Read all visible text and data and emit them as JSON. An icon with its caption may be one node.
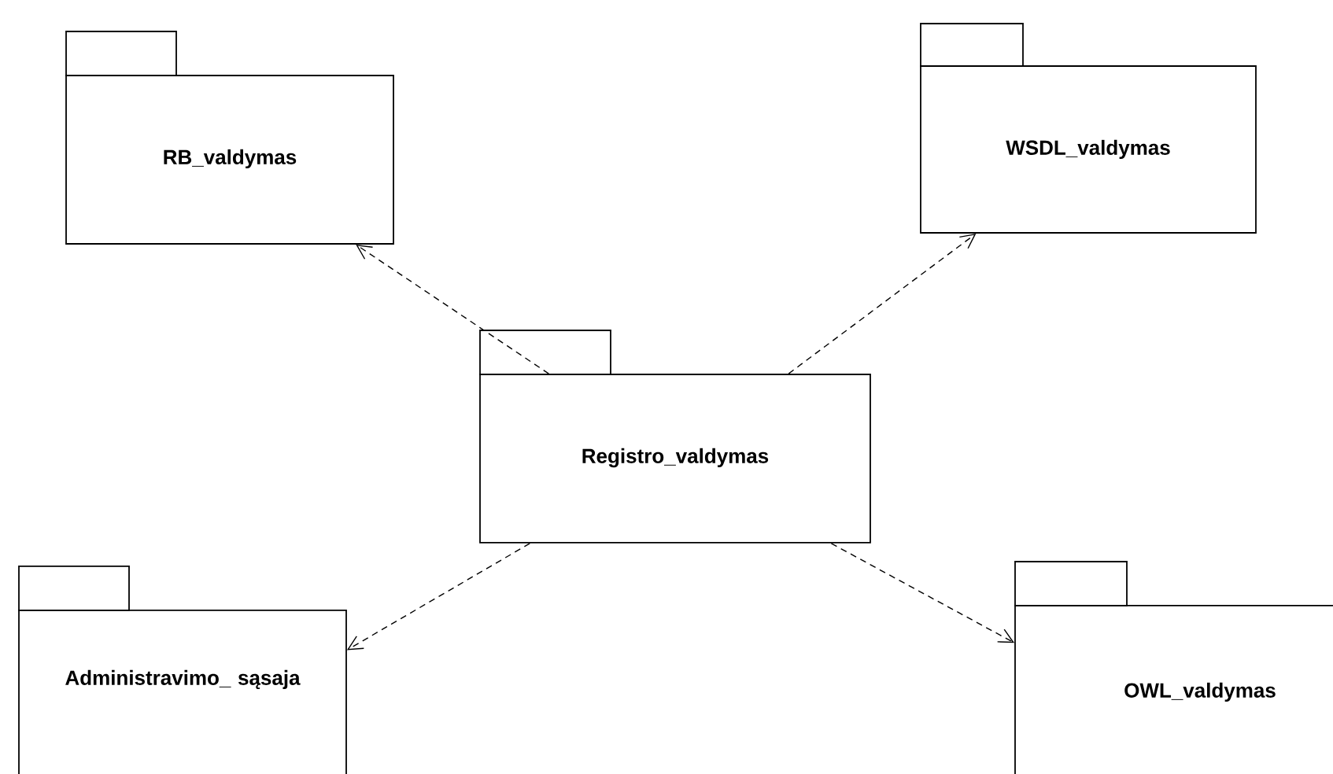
{
  "diagram": {
    "nodes": [
      {
        "text": [
          "RB_valdymas"
        ]
      },
      {
        "text": [
          "WSDL_valdymas"
        ]
      },
      {
        "text": [
          "Registro_valdymas"
        ]
      },
      {
        "text": [
          "Administravimo_ sąsaja"
        ]
      },
      {
        "text": [
          "OWL_valdymas"
        ]
      }
    ],
    "edges": [
      {
        "from": 2,
        "to": 0,
        "arrow": "to",
        "style": "dashed"
      },
      {
        "from": 2,
        "to": 1,
        "arrow": "to",
        "style": "dashed"
      },
      {
        "from": 2,
        "to": 3,
        "arrow": "to",
        "style": "dashed"
      },
      {
        "from": 2,
        "to": 4,
        "arrow": "to",
        "style": "dashed"
      }
    ]
  }
}
